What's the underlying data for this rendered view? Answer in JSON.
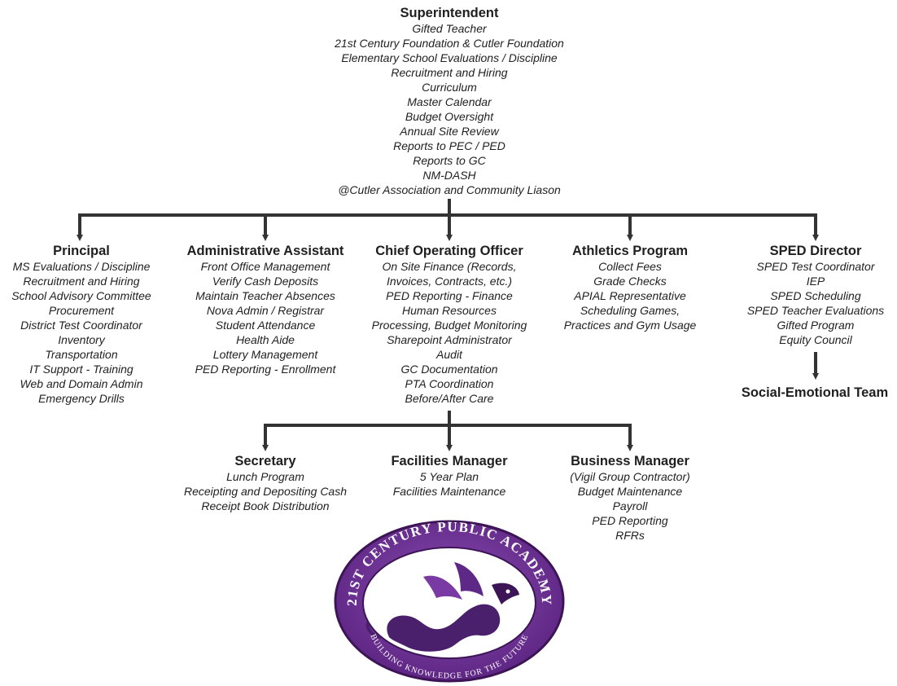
{
  "superintendent": {
    "title": "Superintendent",
    "duties": [
      "Gifted Teacher",
      "21st Century Foundation & Cutler Foundation",
      "Elementary School Evaluations / Discipline",
      "Recruitment and Hiring",
      "Curriculum",
      "Master Calendar",
      "Budget Oversight",
      "Annual Site Review",
      "Reports to PEC / PED",
      "Reports to GC",
      "NM-DASH",
      "@Cutler Association and Community Liason"
    ]
  },
  "principal": {
    "title": "Principal",
    "duties": [
      "MS Evaluations / Discipline",
      "Recruitment and Hiring",
      "School Advisory Committee",
      "Procurement",
      "District Test Coordinator",
      "Inventory",
      "Transportation",
      "IT Support - Training",
      "Web and Domain Admin",
      "Emergency Drills"
    ]
  },
  "admin_assistant": {
    "title": "Administrative Assistant",
    "duties": [
      "Front Office Management",
      "Verify Cash Deposits",
      "Maintain Teacher Absences",
      "Nova Admin / Registrar",
      "Student Attendance",
      "Health Aide",
      "Lottery Management",
      "PED Reporting - Enrollment"
    ]
  },
  "coo": {
    "title": "Chief Operating Officer",
    "duties": [
      "On Site Finance (Records,",
      "Invoices, Contracts, etc.)",
      "PED Reporting - Finance",
      "Human Resources",
      "Processing, Budget Monitoring",
      "Sharepoint Administrator",
      "Audit",
      "GC Documentation",
      "PTA Coordination",
      "Before/After Care"
    ]
  },
  "athletics": {
    "title": "Athletics Program",
    "duties": [
      "Collect Fees",
      "Grade Checks",
      "APIAL Representative",
      "Scheduling Games,",
      "Practices and Gym Usage"
    ]
  },
  "sped": {
    "title": "SPED Director",
    "duties": [
      "SPED Test Coordinator",
      "IEP",
      "SPED Scheduling",
      "SPED Teacher Evaluations",
      "Gifted Program",
      "Equity Council"
    ]
  },
  "social_emotional": {
    "title": "Social-Emotional Team"
  },
  "secretary": {
    "title": "Secretary",
    "duties": [
      "Lunch Program",
      "Receipting and Depositing Cash",
      "Receipt Book Distribution"
    ]
  },
  "facilities": {
    "title": "Facilities Manager",
    "duties": [
      "5 Year Plan",
      "Facilities Maintenance"
    ]
  },
  "business": {
    "title": "Business Manager",
    "duties": [
      "(Vigil Group Contractor)",
      "Budget Maintenance",
      "Payroll",
      "PED Reporting",
      "RFRs"
    ]
  },
  "logo": {
    "top_text": "21ST CENTURY PUBLIC ACADEMY",
    "bottom_text": "BUILDING KNOWLEDGE FOR THE FUTURE",
    "colors": {
      "purple": "#6a2d8f",
      "dark_purple": "#3d1557",
      "ring": "#ffffff"
    }
  },
  "colors": {
    "connector": "#333333",
    "text": "#1f1f1f"
  }
}
